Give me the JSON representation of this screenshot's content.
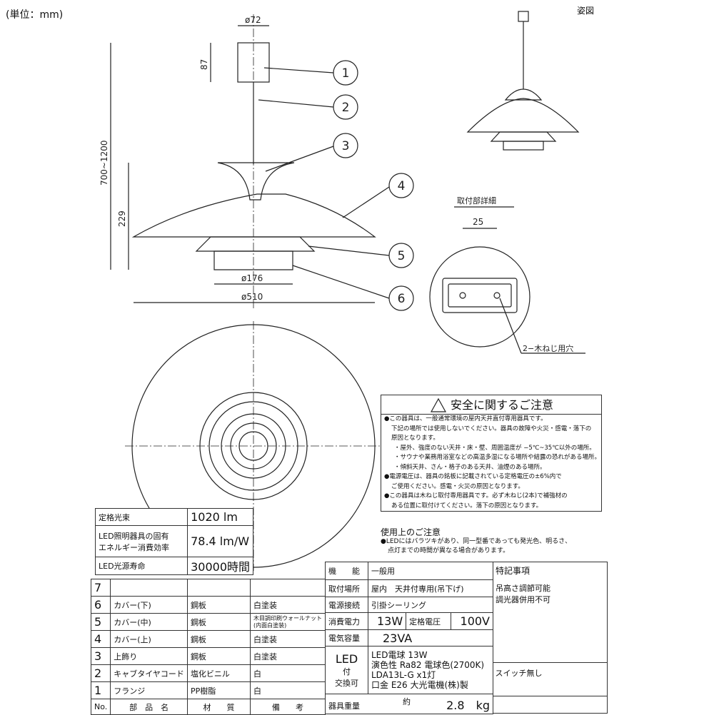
{
  "unit_note": "(単位：mm)",
  "view_label": "姿図",
  "dims": {
    "flange_dia": "ø72",
    "flange_h": "87",
    "hang_len": "700~1200",
    "body_h": "229",
    "inner_dia": "ø176",
    "outer_dia": "ø510",
    "hole_pitch": "25"
  },
  "callouts": [
    "1",
    "2",
    "3",
    "4",
    "5",
    "6"
  ],
  "mount_detail": {
    "title": "取付部詳細",
    "hole_label": "2−木ねじ用穴"
  },
  "lumen": {
    "rows": [
      {
        "label": "定格光束",
        "value": "1020 lm"
      },
      {
        "label": "LED照明器具の固有",
        "label2": "エネルギー消費効率",
        "value": "78.4 lm/W"
      },
      {
        "label": "LED光源寿命",
        "value": "30000時間"
      }
    ]
  },
  "parts": {
    "rows": [
      {
        "no": "7",
        "name": "",
        "material": "",
        "note": ""
      },
      {
        "no": "6",
        "name": "カバー(下)",
        "material": "鋼板",
        "note": "白塗装"
      },
      {
        "no": "5",
        "name": "カバー(中)",
        "material": "鋼板",
        "note": "木目調印刷ウォールナット",
        "note2": "(内面白塗装)"
      },
      {
        "no": "4",
        "name": "カバー(上)",
        "material": "鋼板",
        "note": "白塗装"
      },
      {
        "no": "3",
        "name": "上飾り",
        "material": "鋼板",
        "note": "白塗装"
      },
      {
        "no": "2",
        "name": "キャブタイヤコード",
        "material": "塩化ビニル",
        "note": "白"
      },
      {
        "no": "1",
        "name": "フランジ",
        "material": "PP樹脂",
        "note": "白"
      }
    ],
    "header": {
      "no": "No.",
      "name": "部　品　名",
      "material": "材　　質",
      "note": "備　　考"
    }
  },
  "spec": {
    "function_label": "機　　能",
    "function": "一般用",
    "place_label": "取付場所",
    "place": "屋内　天井付専用(吊下げ)",
    "power_conn_label": "電源接続",
    "power_conn": "引掛シーリング",
    "consumption_label": "消費電力",
    "consumption": "13W",
    "voltage_label": "定格電圧",
    "voltage": "100V",
    "capacity_label": "電気容量",
    "capacity": "23VA",
    "led_label": "LED",
    "led_label2": "付",
    "led_label3": "交換可",
    "led_lines": [
      "LED電球 13W",
      "演色性 Ra82 電球色(2700K)",
      "LDA13L-G x1灯",
      "口金 E26 大光電機(株)製"
    ],
    "weight_label": "器具重量",
    "weight_prefix": "約",
    "weight": "2.8　kg",
    "notes_title": "特記事項",
    "notes": [
      "吊高さ調節可能",
      "調光器併用不可"
    ],
    "switch": "スイッチ無し"
  },
  "safety": {
    "title": "安全に関するご注意",
    "lines": [
      "●この器具は、一般通常環境の屋内天井直付専用器具です。",
      "下記の場所では使用しないでください。器具の故障や火災・感電・落下の",
      "原因となります。",
      "・屋外、強度のない天井・床・壁、周囲温度が −5℃~35℃以外の場所。",
      "・サウナや業務用浴室などの高温多湿になる場所や結露の恐れがある場所。",
      "・傾斜天井、さん・格子のある天井、油煙のある場所。",
      "●電源電圧は、器具の銘板に記載されている定格電圧の±6%内で",
      "ご使用ください。感電・火災の原因となります。",
      "●この器具は木ねじ取付専用器具です。必ず木ねじ(2本)で補強材の",
      "ある位置に取付けてください。落下の原因となります。"
    ]
  },
  "usage": {
    "title": "使用上のご注意",
    "lines": [
      "●LEDにはバラツキがあり、同一型番であっても発光色、明るさ、",
      "点灯までの時間が異なる場合があります。"
    ]
  }
}
